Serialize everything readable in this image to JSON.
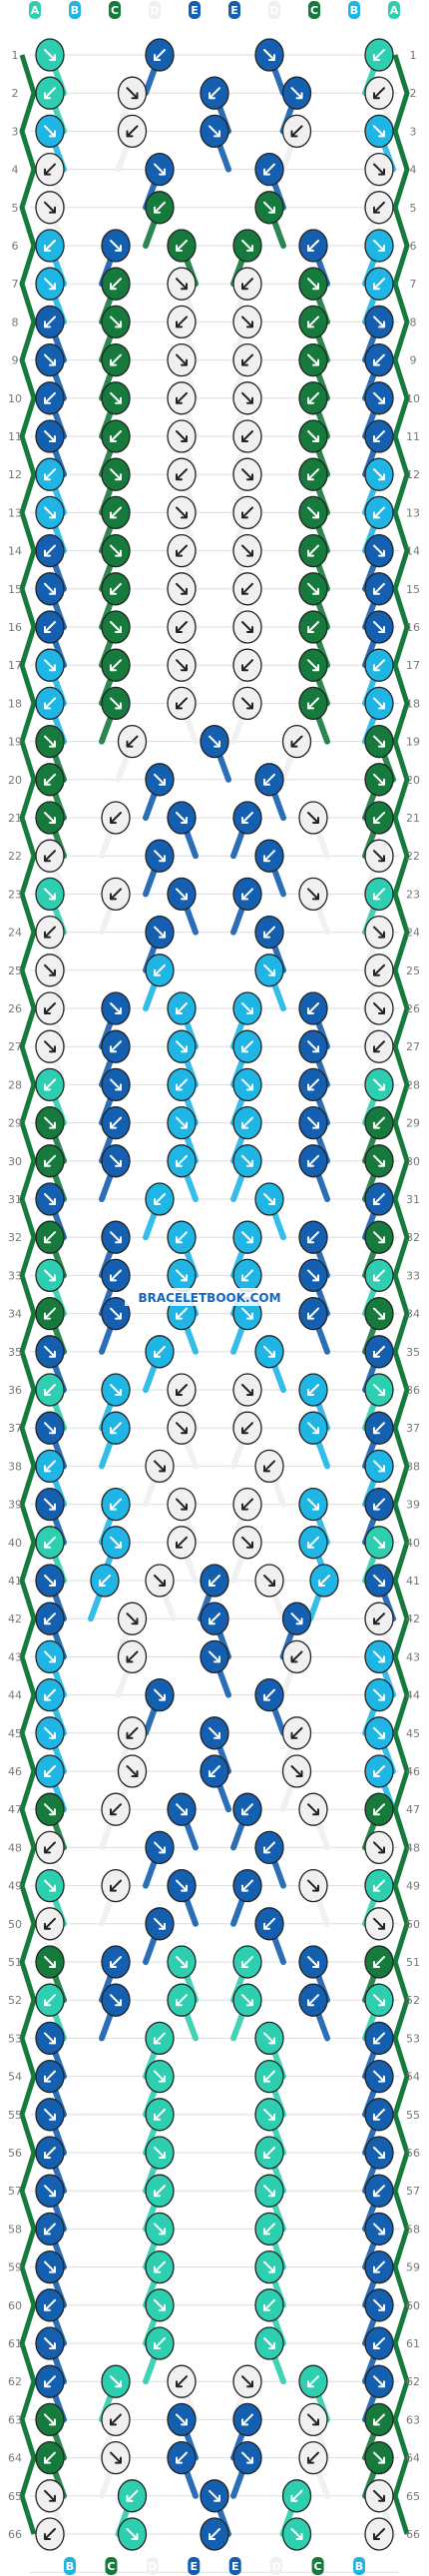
{
  "palette": {
    "A": "#2ecfb0",
    "B": "#1fb6e6",
    "C": "#157a3c",
    "D": "#f0f0f0",
    "E": "#155fb0"
  },
  "columns": {
    "top": [
      "A",
      "B",
      "C",
      "D",
      "E",
      "E",
      "D",
      "C",
      "B",
      "A"
    ],
    "bottom": [
      "B",
      "C",
      "D",
      "E",
      "E",
      "D",
      "C",
      "B"
    ]
  },
  "rows": [
    "1",
    "2",
    "3",
    "4",
    "5",
    "6",
    "7",
    "8",
    "9",
    "10",
    "11",
    "12",
    "13",
    "14",
    "15",
    "16",
    "17",
    "18",
    "19",
    "20",
    "21",
    "22",
    "23",
    "24",
    "25",
    "26",
    "27",
    "28",
    "29",
    "30",
    "31",
    "32",
    "33",
    "34",
    "35",
    "36",
    "37",
    "38",
    "39",
    "40",
    "41",
    "42",
    "43",
    "44",
    "45",
    "46",
    "47",
    "48",
    "49",
    "50",
    "51",
    "52",
    "53",
    "54",
    "55",
    "56",
    "57",
    "58",
    "59",
    "60",
    "61",
    "62",
    "63",
    "64",
    "65",
    "66"
  ],
  "watermark": "BRACELETBOOK.COM",
  "pattern": [
    "AEEA",
    "ADEED",
    "BDEDB",
    "DEED",
    "DCCD",
    "BECCEB",
    "BCDDCB",
    "ECDDCE",
    "ECDDCE",
    "ECDDCE",
    "ECDDCE",
    "BCDDCB",
    "BCDDCB",
    "ECDDCE",
    "ECDDCE",
    "ECDDCE",
    "BCDDCB",
    "BCDDCB",
    "CDEDC",
    "CEEC",
    "CDEEDC",
    "DEED",
    "ADEEDA",
    "DEED",
    "DBBD",
    "DEBBED",
    "DEBBED",
    "AEBBEA",
    "CEBBEC",
    "CEBBEC",
    "EBBE",
    "CEBBEC",
    "AEBBEA",
    "CEBBEC",
    "EBBE",
    "ABDDBA",
    "EBDDBE",
    "BDDB",
    "EBDDBE",
    "ABDDBA",
    "EBDEDBE",
    "EDEED",
    "BDEDB",
    "BEEB",
    "BDEDB",
    "BDEDB",
    "CDEEDC",
    "DEED",
    "ADEEDA",
    "DEED",
    "CEAAEC",
    "AEAAEA",
    "EAAE",
    "EAAE",
    "EAAE",
    "EAAE",
    "EAAE",
    "EAAE",
    "EAAE",
    "EAAE",
    "EAAE",
    "EADDAE",
    "CDEEDC",
    "CDEEDC",
    "DAEAD",
    "DAEAD"
  ]
}
